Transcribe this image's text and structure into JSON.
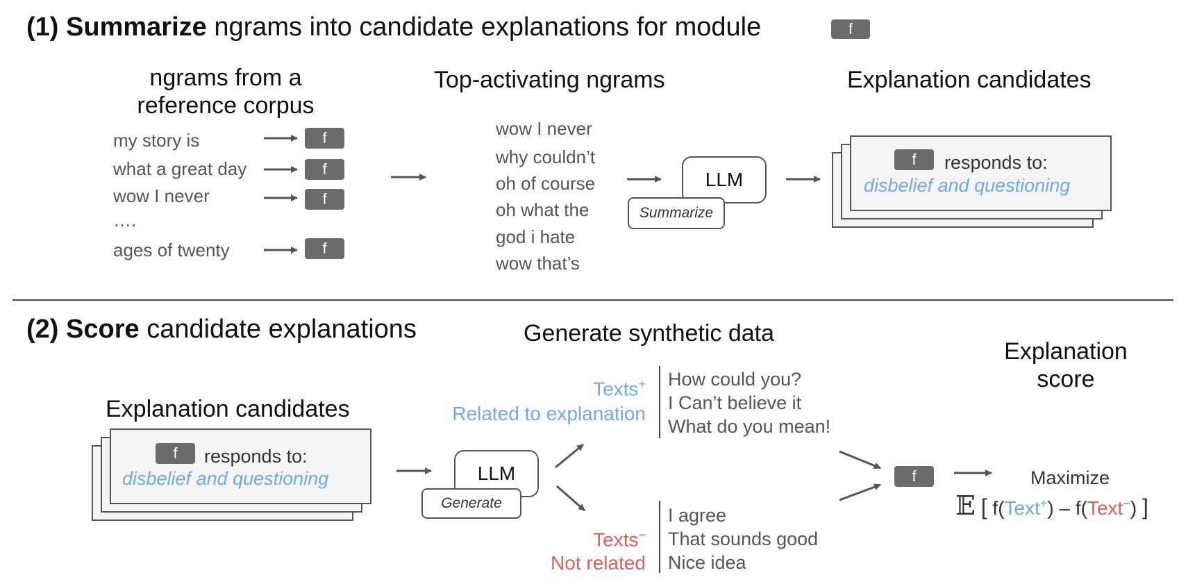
{
  "module_label": "f",
  "section1": {
    "number": "(1)",
    "bold": "Summarize",
    "rest": "ngrams into candidate explanations for module",
    "corpus_heading_line1": "ngrams from a",
    "corpus_heading_line2": "reference corpus",
    "ngrams": [
      "my story is",
      "what a great day",
      "wow I never",
      "….",
      "ages of twenty"
    ],
    "top_heading": "Top-activating ngrams",
    "top_ngrams": [
      "wow I never",
      "why couldn’t",
      "oh of course",
      "oh what the",
      "god i hate",
      "wow that’s"
    ],
    "llm": "LLM",
    "summarize": "Summarize",
    "candidates_heading": "Explanation candidates",
    "responds_to": "responds to:",
    "explanation": "disbelief and questioning"
  },
  "section2": {
    "number": "(2)",
    "bold": "Score",
    "rest": "candidate explanations",
    "candidates_heading": "Explanation candidates",
    "responds_to": "responds to:",
    "explanation": "disbelief and questioning",
    "llm": "LLM",
    "generate": "Generate",
    "synthetic_heading": "Generate synthetic data",
    "texts_plus_label": "Texts",
    "plus_sup": "+",
    "related": "Related to explanation",
    "texts_plus": [
      "How could you?",
      "I Can’t believe it",
      "What do you mean!"
    ],
    "texts_minus_label": "Texts",
    "minus_sup": "−",
    "not_related": "Not related",
    "texts_minus": [
      "I agree",
      "That sounds good",
      "Nice idea"
    ],
    "score_heading_line1": "Explanation",
    "score_heading_line2": "score",
    "maximize": "Maximize",
    "formula": {
      "expect": "𝔼",
      "open": "[",
      "f_open1": "f(",
      "text1": "Text",
      "sup1": "+",
      "mid": ") – f(",
      "text2": "Text",
      "sup2": "−",
      "close_paren": ")",
      "close": "]"
    }
  },
  "colors": {
    "blue": "#6ea8f0",
    "red": "#d9625a",
    "module_box": "#6b6b6b",
    "divider": "#444444"
  }
}
